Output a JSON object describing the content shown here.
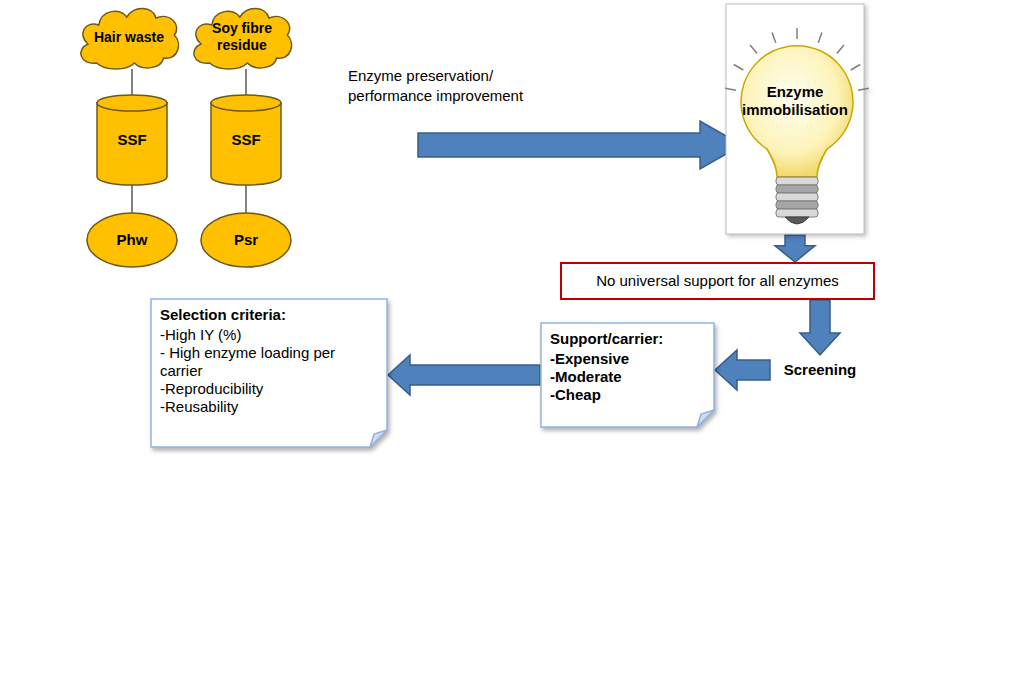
{
  "diagram": {
    "nodes": [
      {
        "text": [
          "Hair waste"
        ]
      },
      {
        "text": [
          "SSF"
        ]
      },
      {
        "text": [
          "Phw"
        ]
      },
      {
        "text": [
          "Soy fibre residue"
        ]
      },
      {
        "text": [
          "SSF"
        ]
      },
      {
        "text": [
          "Psr"
        ]
      },
      {
        "text": [
          "Enzyme immobilisation"
        ]
      },
      {
        "text": [
          "No universal support for all enzymes"
        ]
      },
      {
        "text": [
          "Screening"
        ]
      },
      {
        "text": [
          "Support/carrier:",
          "-Expensive",
          "-Moderate",
          "-Cheap"
        ]
      },
      {
        "text": [
          "Selection criteria:",
          "-High IY (%)",
          "- High enzyme loading per carrier",
          "-Reproducibility",
          "-Reusability"
        ]
      }
    ],
    "edges": [
      {
        "from": 0,
        "to": 1,
        "arrow": "none"
      },
      {
        "from": 1,
        "to": 2,
        "arrow": "none"
      },
      {
        "from": 3,
        "to": 4,
        "arrow": "none"
      },
      {
        "from": 4,
        "to": 5,
        "arrow": "none"
      },
      {
        "from": 6,
        "to": 7,
        "arrow": "to"
      },
      {
        "from": 7,
        "to": 8,
        "arrow": "to"
      },
      {
        "from": 8,
        "to": 9,
        "arrow": "to"
      },
      {
        "from": 9,
        "to": 10,
        "arrow": "to"
      }
    ],
    "labels": [
      "Enzyme preservation/ performance improvement"
    ]
  }
}
